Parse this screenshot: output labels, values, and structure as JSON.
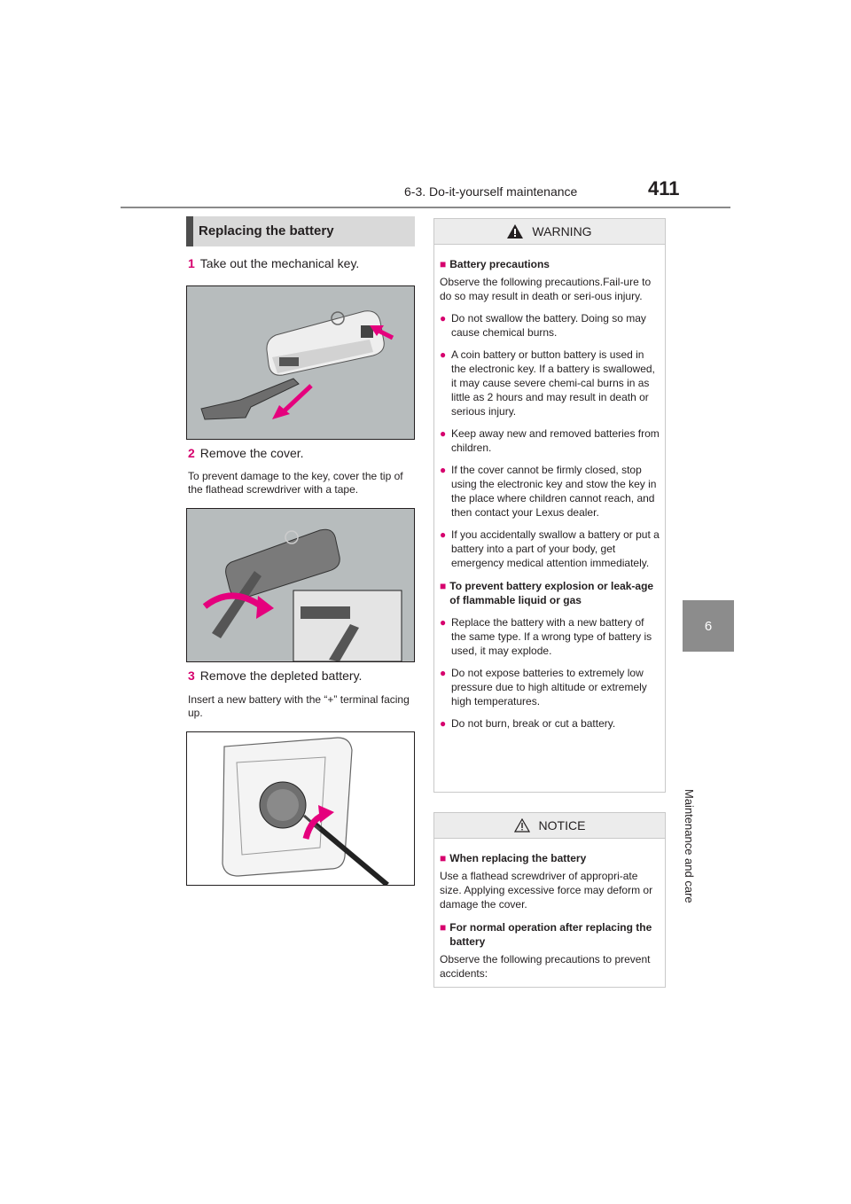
{
  "header": {
    "section": "6-3. Do-it-yourself maintenance",
    "page": "411"
  },
  "side_tab": {
    "number": "6",
    "label": "Maintenance and care"
  },
  "left": {
    "section_title": "Replacing the battery",
    "steps": [
      {
        "num": "1",
        "text": "Take out the mechanical key.",
        "note": ""
      },
      {
        "num": "2",
        "text": "Remove the cover.",
        "note": "To prevent damage to the key, cover the tip of the flathead screwdriver with a tape."
      },
      {
        "num": "3",
        "text": "Remove the depleted battery.",
        "note": "Insert a new battery with the “+” terminal facing up."
      }
    ]
  },
  "warning": {
    "title": "WARNING",
    "heading1": "Battery precautions",
    "para1": "Observe the following precautions.Fail-ure to do so may result in death or seri-ous injury.",
    "items1": [
      "Do not swallow the battery. Doing so may cause chemical burns.",
      "A coin battery or button battery is used in the electronic key. If a battery is swallowed, it may cause severe chemi-cal burns in as little as 2 hours and may result in death or serious injury.",
      "Keep away new and removed batteries from children.",
      "If the cover cannot be firmly closed, stop using the electronic key and stow the key in the place where children cannot reach, and then contact your Lexus dealer.",
      "If you accidentally swallow a battery or put a battery into a part of your body, get emergency medical attention immediately."
    ],
    "heading2": "To prevent battery explosion or leak-age of flammable liquid or gas",
    "items2": [
      "Replace the battery with a new battery of the same type. If a wrong type of battery is used, it may explode.",
      "Do not expose batteries to extremely low pressure due to high altitude or extremely high temperatures.",
      "Do not burn, break or cut a battery."
    ]
  },
  "notice": {
    "title": "NOTICE",
    "heading1": "When replacing the battery",
    "para1": "Use a flathead screwdriver of appropri-ate size. Applying excessive force may deform or damage the cover.",
    "heading2": "For normal operation after replacing the battery",
    "para2": "Observe the following precautions to prevent accidents:"
  },
  "colors": {
    "accent": "#d6006d",
    "tab": "#8c8c8c",
    "header_bar": "#d9d9d9"
  }
}
